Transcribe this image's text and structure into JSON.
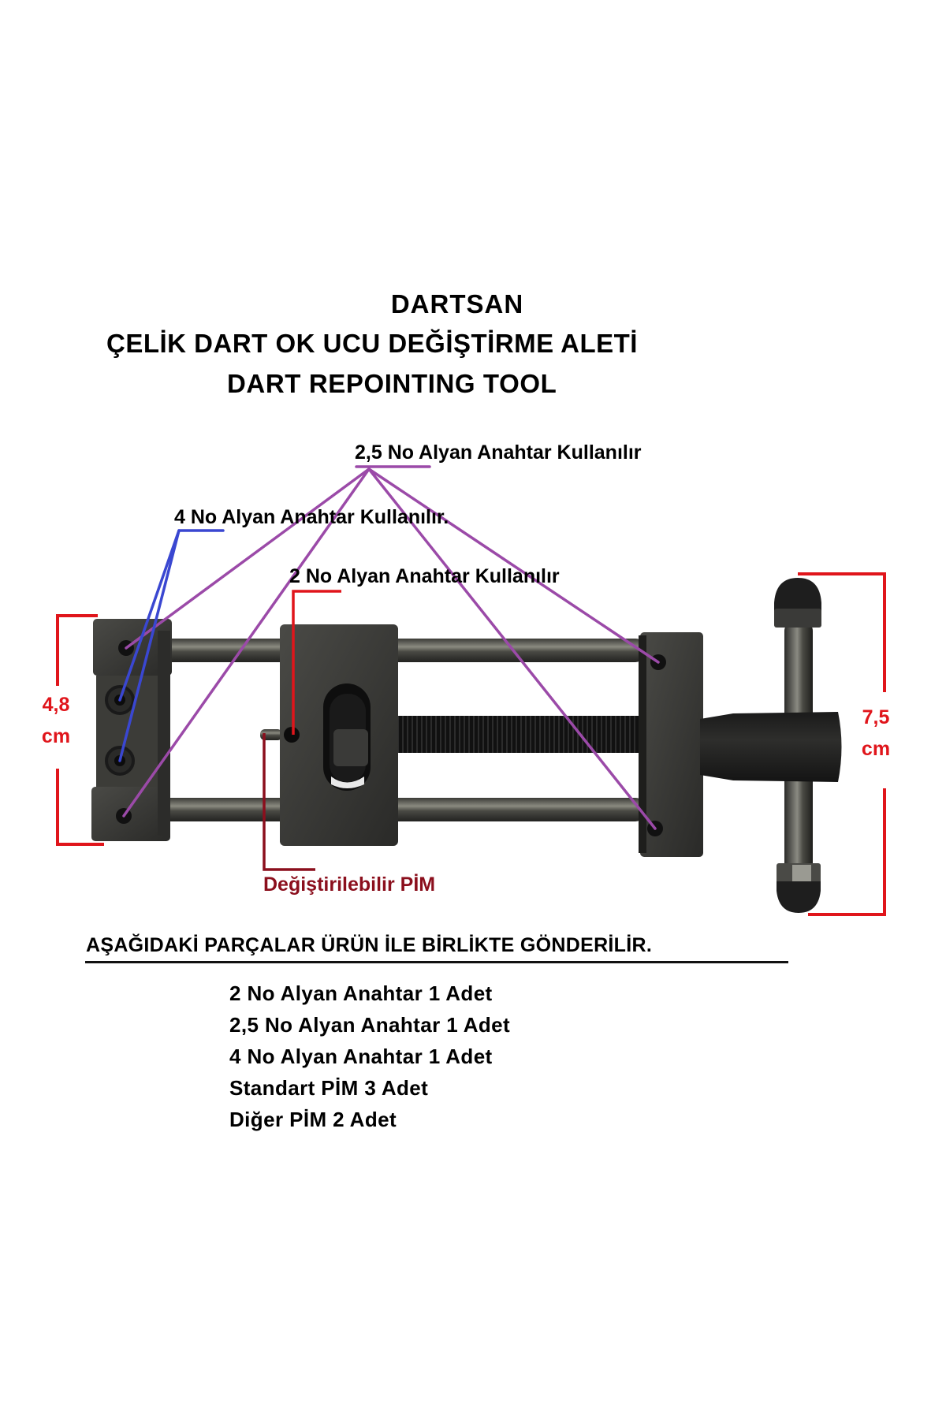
{
  "header": {
    "brand": "DARTSAN",
    "title_tr": "ÇELİK DART OK UCU DEĞİŞTİRME ALETİ",
    "title_en": "DART REPOINTING TOOL"
  },
  "annotations": {
    "key_25": {
      "prefix": "2,5 No",
      "suffix": " Alyan Anahtar Kullanılır",
      "line_color": "#9b4aa8"
    },
    "key_4": {
      "prefix": "4 No",
      "suffix": " Alyan Anahtar Kullanılır.",
      "line_color": "#3a47d1"
    },
    "key_2": {
      "prefix": "2 No",
      "suffix": " Alyan Anahtar Kullanılır",
      "line_color": "#e0151b"
    },
    "pin": {
      "label": "Değiştirilebilir PİM",
      "line_color": "#8b0f1d"
    }
  },
  "dimensions": {
    "height_block": {
      "value": "4,8",
      "unit": "cm",
      "color": "#e0151b"
    },
    "handle_length": {
      "value": "7,5",
      "unit": "cm",
      "color": "#e0151b"
    }
  },
  "parts": {
    "heading": "AŞAĞIDAKİ PARÇALAR ÜRÜN İLE BİRLİKTE GÖNDERİLİR.",
    "items": [
      "2 No Alyan Anahtar 1 Adet",
      "2,5 No Alyan Anahtar 1 Adet",
      "4 No Alyan Anahtar 1 Adet",
      "Standart PİM 3 Adet",
      "Diğer PİM 2 Adet"
    ]
  }
}
